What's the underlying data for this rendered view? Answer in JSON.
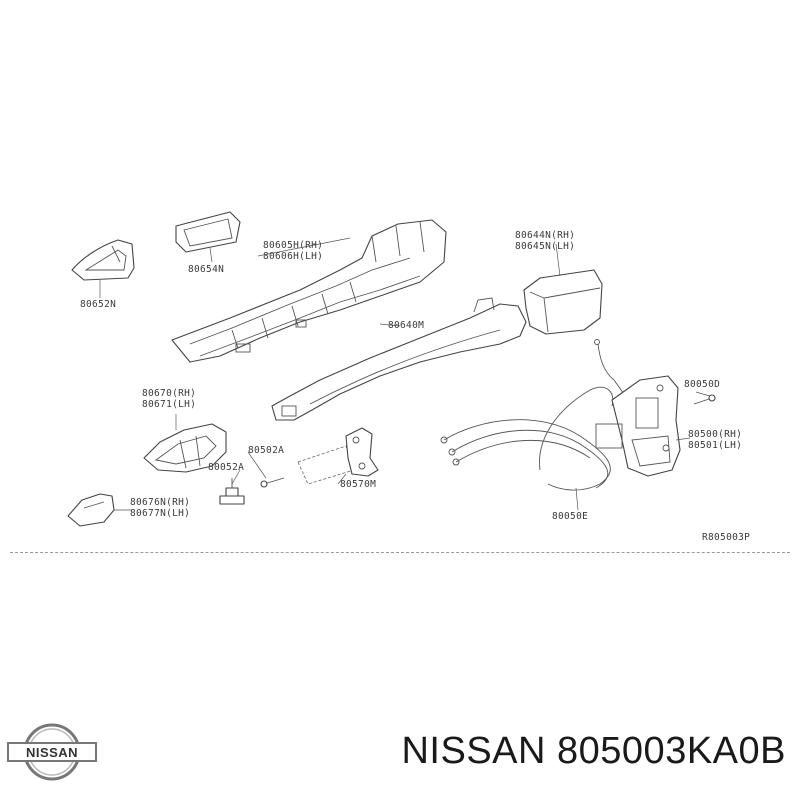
{
  "labels": {
    "p80652N": "80652N",
    "p80654N": "80654N",
    "p80605H": "80605H(RH)",
    "p80606H": "80606H(LH)",
    "p80644N": "80644N(RH)",
    "p80645N": "80645N(LH)",
    "p80640M": "80640M",
    "p80670": "80670(RH)",
    "p80671": "80671(LH)",
    "p80502A": "80502A",
    "p80052A": "80052A",
    "p80570M": "80570M",
    "p80676N": "80676N(RH)",
    "p80677N": "80677N(LH)",
    "p80050D": "80050D",
    "p80500": "80500(RH)",
    "p80501": "80501(LH)",
    "p80050E": "80050E",
    "diagram_code": "R805003P"
  },
  "brand": {
    "logo_text": "NISSAN"
  },
  "caption": "NISSAN 805003KA0B",
  "colors": {
    "line": "#444444",
    "background": "#ffffff",
    "caption": "#1a1a1a"
  }
}
